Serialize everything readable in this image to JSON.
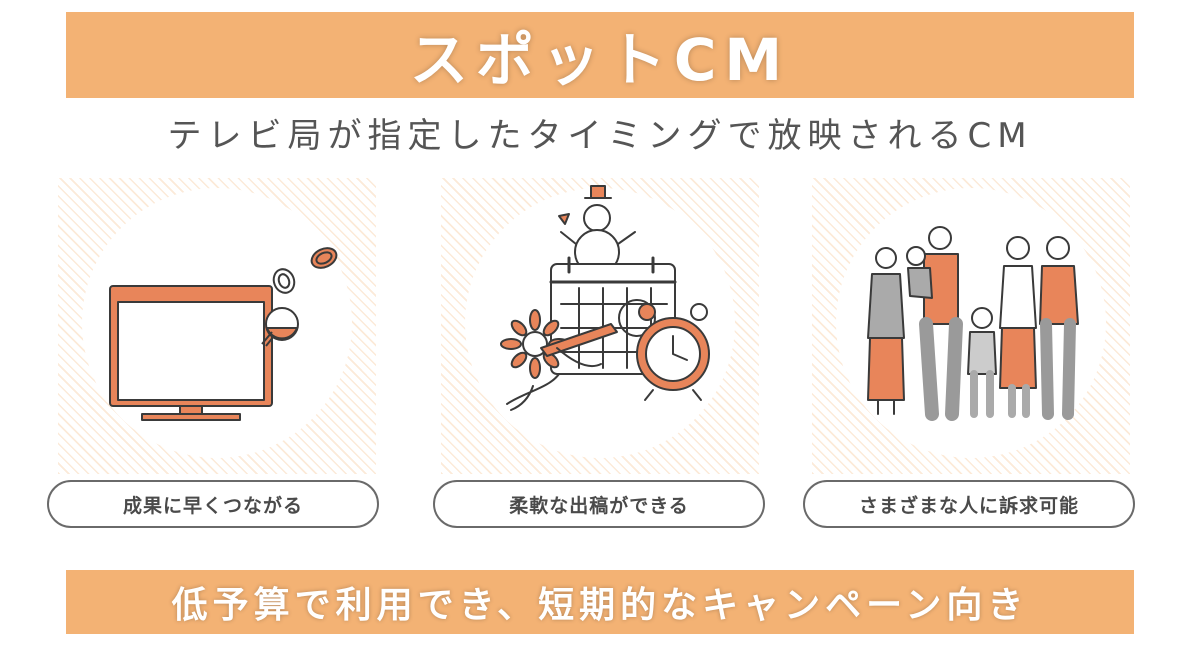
{
  "colors": {
    "accent": "#f3b274",
    "accent_dark": "#e8855a",
    "text": "#555555",
    "outline": "#4a4a4a"
  },
  "header": {
    "title": "スポットCM",
    "subtitle": "テレビ局が指定したタイミングで放映されるCM"
  },
  "features": [
    {
      "label": "成果に早くつながる",
      "icon": "tv-coins-icon"
    },
    {
      "label": "柔軟な出稿ができる",
      "icon": "calendar-clock-icon"
    },
    {
      "label": "さまざまな人に訴求可能",
      "icon": "family-icon"
    }
  ],
  "footer": {
    "tagline": "低予算で利用でき、短期的なキャンペーン向き"
  }
}
